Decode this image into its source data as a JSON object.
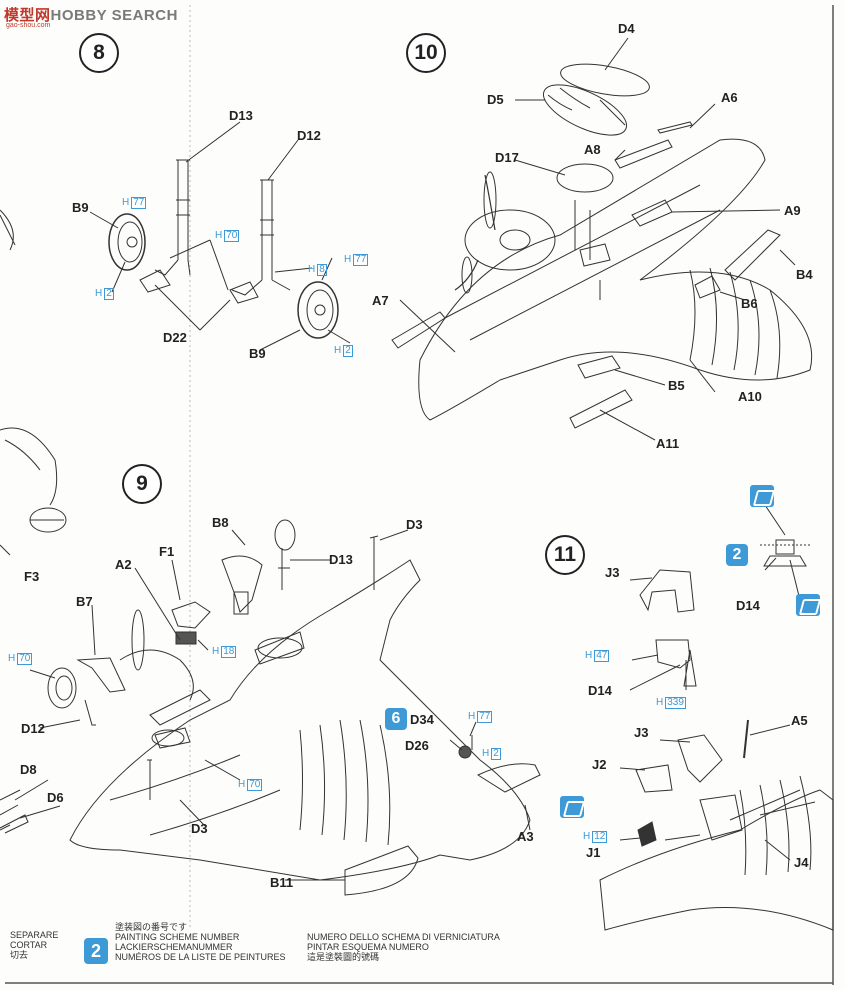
{
  "watermark": {
    "site": "模型网",
    "text": "HOBBY SEARCH",
    "url": "gao-shou.com"
  },
  "steps": {
    "s8": "8",
    "s9": "9",
    "s10": "10",
    "s11": "11"
  },
  "parts": {
    "D4": "D4",
    "D5": "D5",
    "A6": "A6",
    "A8": "A8",
    "D17": "D17",
    "A9": "A9",
    "B4": "B4",
    "B6": "B6",
    "A7": "A7",
    "B5": "B5",
    "A10": "A10",
    "A11": "A11",
    "D13a": "D13",
    "D12a": "D12",
    "B9a": "B9",
    "D22": "D22",
    "B9b": "B9",
    "B8": "B8",
    "D13b": "D13",
    "D3a": "D3",
    "F1": "F1",
    "A2": "A2",
    "B7": "B7",
    "F3": "F3",
    "D12b": "D12",
    "D8": "D8",
    "D6": "D6",
    "D3b": "D3",
    "D34": "D34",
    "D26": "D26",
    "A3": "A3",
    "B11": "B11",
    "J3a": "J3",
    "D14a": "D14",
    "D14b": "D14",
    "J3b": "J3",
    "A5": "A5",
    "J2": "J2",
    "J1": "J1",
    "J4": "J4"
  },
  "paint": {
    "h77a": {
      "p": "H",
      "n": "77"
    },
    "h70a": {
      "p": "H",
      "n": "70"
    },
    "h2a": {
      "p": "H",
      "n": "2"
    },
    "h8": {
      "p": "H",
      "n": "8"
    },
    "h77b": {
      "p": "H",
      "n": "77"
    },
    "h2b": {
      "p": "H",
      "n": "2"
    },
    "h70b": {
      "p": "H",
      "n": "70"
    },
    "h18": {
      "p": "H",
      "n": "18"
    },
    "h70c": {
      "p": "H",
      "n": "70"
    },
    "h77c": {
      "p": "H",
      "n": "77"
    },
    "h2c": {
      "p": "H",
      "n": "2"
    },
    "h47": {
      "p": "H",
      "n": "47"
    },
    "h339": {
      "p": "H",
      "n": "339"
    },
    "h12": {
      "p": "H",
      "n": "12"
    }
  },
  "badges": {
    "scheme6": "6",
    "scheme2": "2",
    "legend2": "2"
  },
  "legend": {
    "cut_it": "SEPARARE",
    "cut_es": "CORTAR",
    "cut_zh": "切去",
    "scheme_ja": "塗装図の番号です",
    "scheme_en": "PAINTING SCHEME NUMBER",
    "scheme_de": "LACKIERSCHEMANUMMER",
    "scheme_fr": "NUMÉROS DE LA LISTE DE PEINTURES",
    "scheme_it": "NUMERO DELLO SCHEMA DI VERNICIATURA",
    "scheme_es": "PINTAR ESQUEMA NUMERO",
    "scheme_zh": "這是塗裝圖的號碼"
  },
  "colors": {
    "ink": "#222222",
    "accent": "#3d9ad6",
    "watermark_red": "#c0392b"
  }
}
